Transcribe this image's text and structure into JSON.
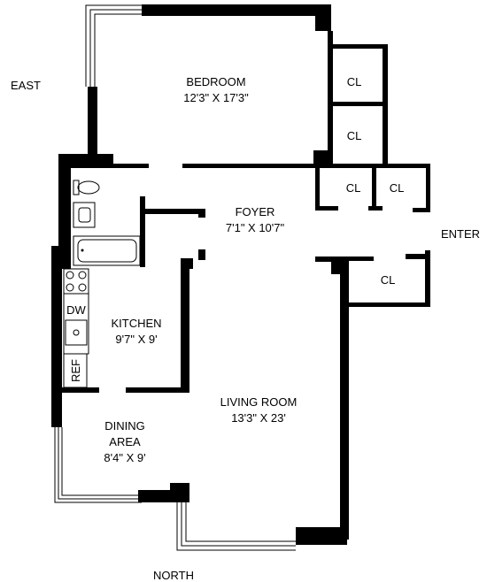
{
  "compass": {
    "east": "EAST",
    "north": "NORTH",
    "enter": "ENTER"
  },
  "rooms": {
    "bedroom": {
      "name": "BEDROOM",
      "size": "12'3\" X 17'3\""
    },
    "foyer": {
      "name": "FOYER",
      "size": "7'1\" X 10'7\""
    },
    "kitchen": {
      "name": "KITCHEN",
      "size": "9'7\" X 9'"
    },
    "living": {
      "name": "LIVING ROOM",
      "size": "13'3\" X 23'"
    },
    "dining": {
      "name": "DINING",
      "name2": "AREA",
      "size": "8'4\" X 9'"
    }
  },
  "closets": [
    "CL",
    "CL",
    "CL",
    "CL",
    "CL"
  ],
  "appliances": {
    "dishwasher": "DW",
    "refrigerator": "REF"
  }
}
